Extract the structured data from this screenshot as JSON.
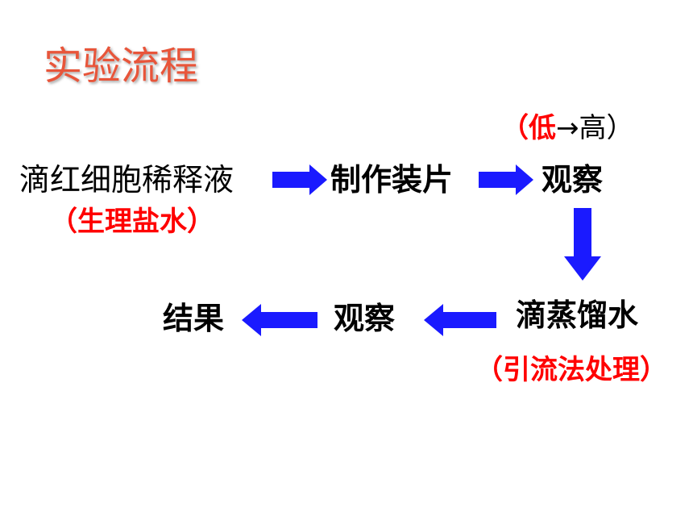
{
  "title": "实验流程",
  "steps": {
    "step1": "滴红细胞稀释液",
    "step1_note": "（生理盐水）",
    "step2": "制作装片",
    "step3": "观察",
    "step3_note_pre": "（低",
    "step3_note_mid": "→高",
    "step3_note_post": "）",
    "step4": "滴蒸馏水",
    "step4_note": "（引流法处理）",
    "step5": "观察",
    "step6": "结果"
  },
  "colors": {
    "title": "#e8553a",
    "note": "#ff0000",
    "arrow": "#1a1aff"
  },
  "icons": {
    "flow_arrow": "block-arrow-icon"
  }
}
